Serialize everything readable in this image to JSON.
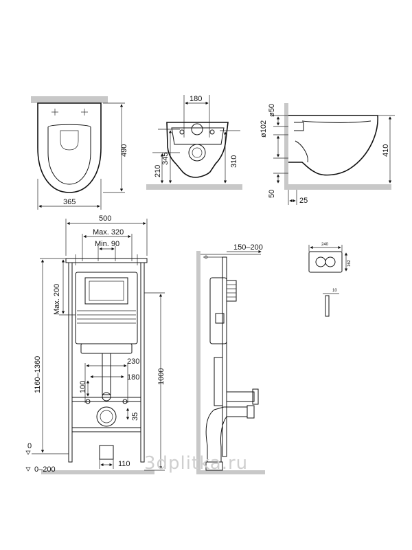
{
  "top_view": {
    "dim_490": "490",
    "dim_365": "365"
  },
  "front_view": {
    "dim_180": "180",
    "dim_345": "345",
    "dim_210": "210",
    "dim_310": "310"
  },
  "side_view": {
    "dim_d50": "ø50",
    "dim_d102": "ø102",
    "dim_410": "410",
    "dim_50": "50",
    "dim_25": "25"
  },
  "frame_view": {
    "dim_500": "500",
    "dim_max320": "Max. 320",
    "dim_min90": "Min. 90",
    "dim_max200": "Max. 200",
    "dim_1160_1360": "1160–1360",
    "dim_1000": "1000",
    "dim_230": "230",
    "dim_180": "180",
    "dim_100": "100",
    "dim_35": "35",
    "dim_110": "110",
    "dim_0": "0",
    "dim_0_200": "0–200"
  },
  "frame_side_view": {
    "dim_150_200": "150–200"
  },
  "flush_plate": {
    "dim_240": "240",
    "dim_162": "162",
    "dim_10": "10"
  },
  "watermark": "3dplitka.ru"
}
